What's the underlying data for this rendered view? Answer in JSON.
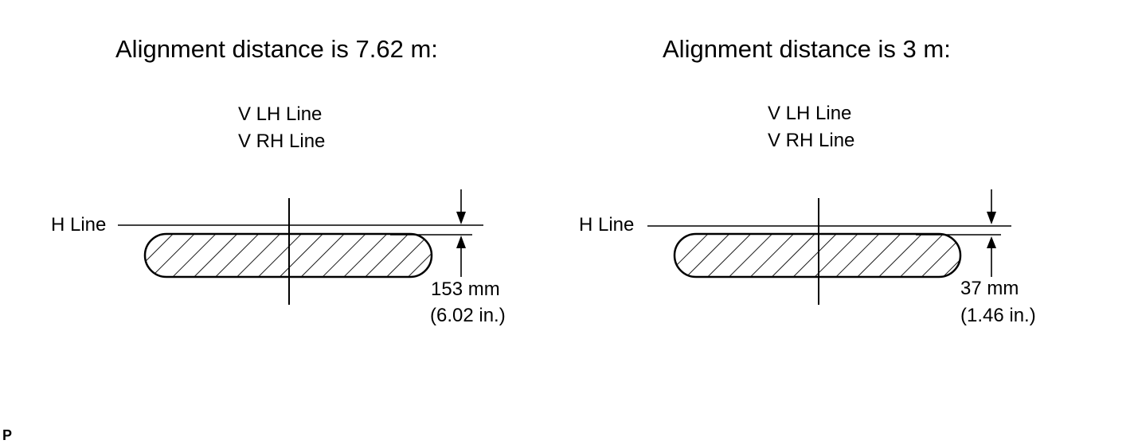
{
  "left_panel": {
    "title": "Alignment distance is 7.62 m:",
    "v_lh_label": "V LH Line",
    "v_rh_label": "V RH Line",
    "h_label": "H Line",
    "measurement_mm": "153 mm",
    "measurement_in": "(6.02 in.)"
  },
  "right_panel": {
    "title": "Alignment distance is 3 m:",
    "v_lh_label": "V LH Line",
    "v_rh_label": "V RH Line",
    "h_label": "H Line",
    "measurement_mm": "37 mm",
    "measurement_in": "(1.46 in.)"
  },
  "corner_mark": "P"
}
